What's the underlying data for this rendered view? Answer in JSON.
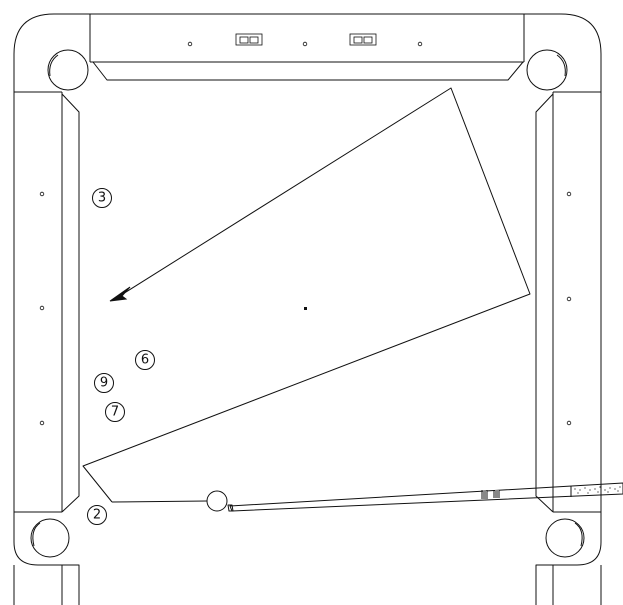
{
  "diagram": {
    "title": "",
    "balls": [
      {
        "id": "ball-3",
        "number": "3"
      },
      {
        "id": "ball-6",
        "number": "6"
      },
      {
        "id": "ball-9",
        "number": "9"
      },
      {
        "id": "ball-7",
        "number": "7"
      },
      {
        "id": "ball-2",
        "number": "2"
      }
    ],
    "elements": {
      "cue_ball": "cue-ball",
      "cue_stick": "cue-stick",
      "shot_path": "kick-shot-path",
      "center_spot": "table-center-spot"
    },
    "colors": {
      "line": "#111111",
      "background": "#ffffff",
      "cue_tip_wrap": "#888888"
    }
  }
}
